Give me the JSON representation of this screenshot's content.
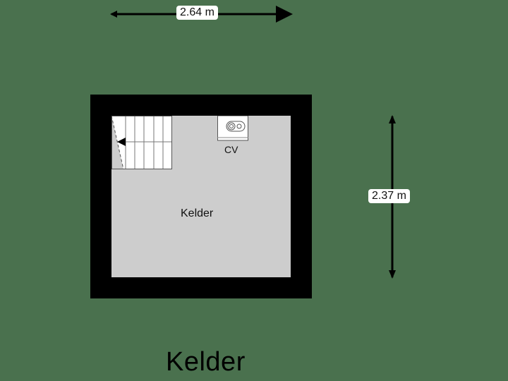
{
  "floor_title": "Kelder",
  "room": {
    "name": "Kelder"
  },
  "fixtures": [
    {
      "name": "CV",
      "label": "CV",
      "type": "boiler"
    }
  ],
  "dimensions": {
    "width": "2.64 m",
    "height": "2.37 m"
  },
  "colors": {
    "background": "#4a714e",
    "wall": "#000000",
    "floor": "#cdcdcd",
    "stairs": "#ffffff"
  }
}
